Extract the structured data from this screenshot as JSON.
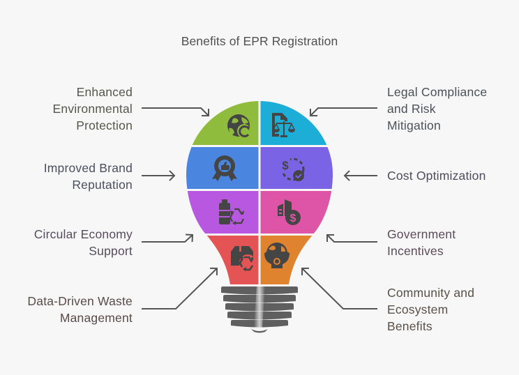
{
  "title": "Benefits of EPR Registration",
  "colors": {
    "background": "#f7f7f7",
    "icon": "#454545",
    "connector": "#555555",
    "base": "#5f5f5f"
  },
  "segments": [
    {
      "id": "environmental",
      "side": "left",
      "row": 0,
      "color": "#8fbc3c",
      "icon": "globe-recycle-icon",
      "label_lines": [
        "Enhanced",
        "Environmental",
        "Protection"
      ],
      "text_color": "#56574a"
    },
    {
      "id": "legal",
      "side": "right",
      "row": 0,
      "color": "#1daed8",
      "icon": "document-scale-icon",
      "label_lines": [
        "Legal Compliance",
        "and Risk",
        "Mitigation"
      ],
      "text_color": "#4a5258"
    },
    {
      "id": "brand",
      "side": "left",
      "row": 1,
      "color": "#4a86e0",
      "icon": "award-thumbs-up-icon",
      "label_lines": [
        "Improved Brand",
        "Reputation"
      ],
      "text_color": "#4a5060"
    },
    {
      "id": "cost",
      "side": "right",
      "row": 1,
      "color": "#7b63e6",
      "icon": "dollar-cycle-check-icon",
      "label_lines": [
        "Cost Optimization"
      ],
      "text_color": "#4e4b5e"
    },
    {
      "id": "circular",
      "side": "left",
      "row": 2,
      "color": "#b857e0",
      "icon": "bottle-recycle-icon",
      "label_lines": [
        "Circular Economy",
        "Support"
      ],
      "text_color": "#574c5e"
    },
    {
      "id": "government",
      "side": "right",
      "row": 2,
      "color": "#de54a6",
      "icon": "buildings-dollar-icon",
      "label_lines": [
        "Government",
        "Incentives"
      ],
      "text_color": "#5e4b58"
    },
    {
      "id": "waste",
      "side": "left",
      "row": 3,
      "color": "#e55454",
      "icon": "box-recycle-icon",
      "label_lines": [
        "Data-Driven Waste",
        "Management"
      ],
      "text_color": "#5a4a4a"
    },
    {
      "id": "community",
      "side": "right",
      "row": 3,
      "color": "#e0832f",
      "icon": "hands-globe-icon",
      "label_lines": [
        "Community and",
        "Ecosystem",
        "Benefits"
      ],
      "text_color": "#5a5048"
    }
  ]
}
